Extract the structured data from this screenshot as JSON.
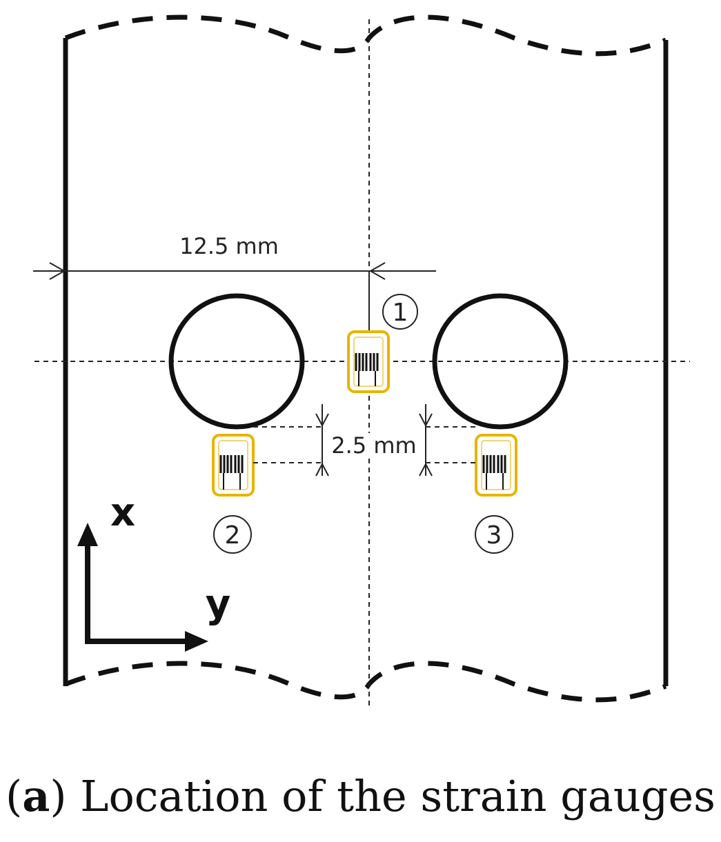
{
  "dimensions": {
    "width_label": "12.5 mm",
    "offset_label": "2.5 mm"
  },
  "gauges": [
    {
      "label": "1"
    },
    {
      "label": "2"
    },
    {
      "label": "3"
    }
  ],
  "axes": {
    "x_label": "x",
    "y_label": "y"
  },
  "caption": {
    "tag": "a",
    "text": "Location of the strain gauges"
  },
  "colors": {
    "gauge_outline": "#e8b400",
    "line": "#111111"
  }
}
